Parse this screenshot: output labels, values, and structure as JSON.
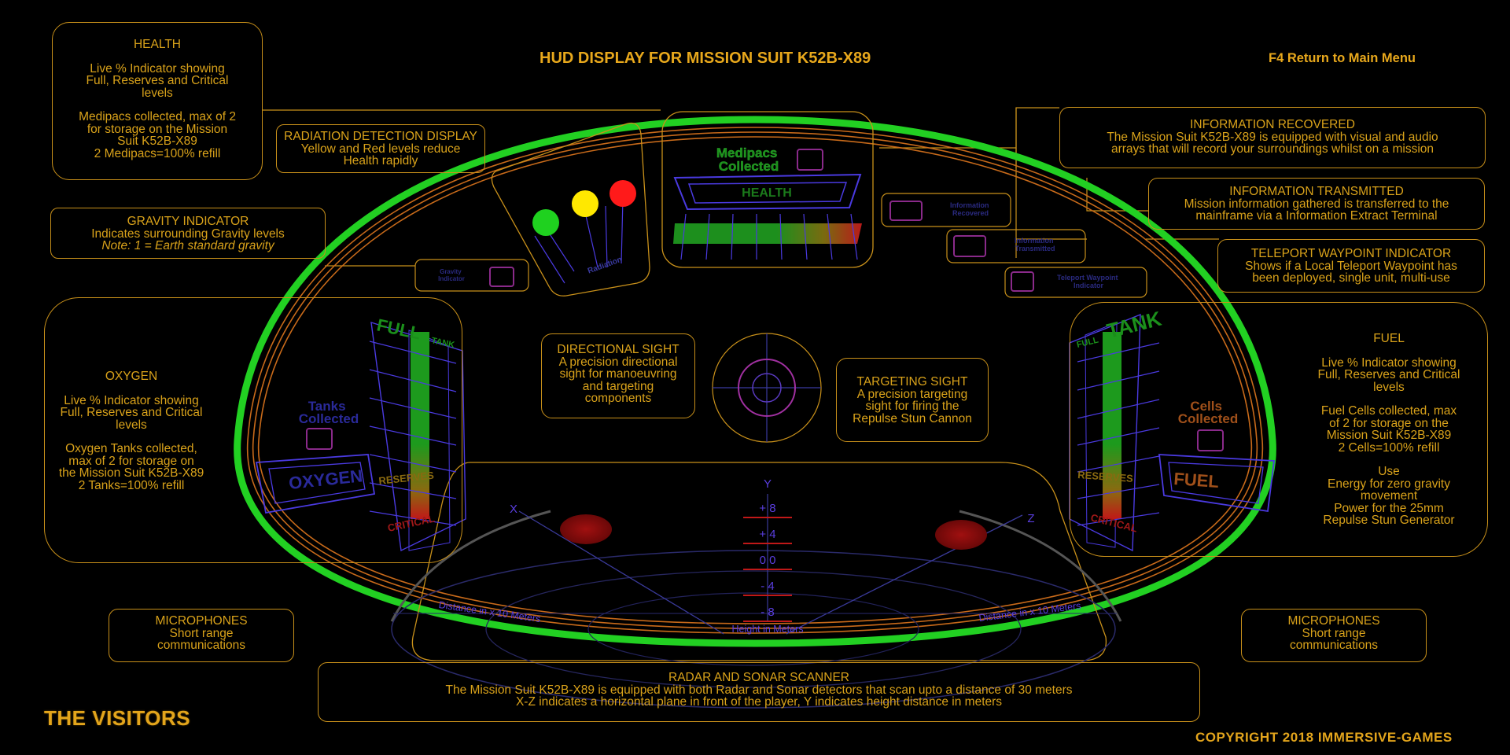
{
  "header": {
    "title": "HUD DISPLAY FOR MISSION SUIT K52B-X89",
    "return_label": "F4 Return to Main Menu"
  },
  "boxes": {
    "health": {
      "title": "HEALTH",
      "lines1": [
        "Live % Indicator showing",
        "Full, Reserves and Critical",
        "levels"
      ],
      "lines2": [
        "Medipacs collected, max of 2",
        "for storage on the Mission",
        "Suit K52B-X89",
        "2 Medipacs=100% refill"
      ]
    },
    "radiation": {
      "title": "RADIATION DETECTION DISPLAY",
      "lines": [
        "Yellow and Red levels reduce",
        "Health rapidly"
      ]
    },
    "gravity": {
      "title": "GRAVITY INDICATOR",
      "line": "Indicates surrounding Gravity levels",
      "note": "Note: 1 = Earth standard gravity"
    },
    "oxygen": {
      "title": "OXYGEN",
      "lines1": [
        "Live % Indicator showing",
        "Full, Reserves and Critical",
        "levels"
      ],
      "lines2": [
        "Oxygen Tanks collected,",
        "max of 2 for storage on",
        "the Mission Suit K52B-X89",
        "2 Tanks=100% refill"
      ]
    },
    "directional": {
      "title": "DIRECTIONAL SIGHT",
      "lines": [
        "A precision directional",
        "sight for manoeuvring",
        "and targeting",
        "components"
      ]
    },
    "targeting": {
      "title": "TARGETING SIGHT",
      "lines": [
        "A precision targeting",
        "sight for firing the",
        "Repulse Stun Cannon"
      ]
    },
    "info_recovered": {
      "title": "INFORMATION RECOVERED",
      "lines": [
        "The Mission Suit K52B-X89 is equipped with visual and audio",
        "arrays that will record your surroundings whilst on a mission"
      ]
    },
    "info_transmitted": {
      "title": "INFORMATION TRANSMITTED",
      "lines": [
        "Mission information gathered is transferred to the",
        "mainframe via a Information Extract Terminal"
      ]
    },
    "teleport": {
      "title": "TELEPORT WAYPOINT INDICATOR",
      "lines": [
        "Shows if a Local Teleport Waypoint has",
        "been deployed, single unit, multi-use"
      ]
    },
    "fuel": {
      "title": "FUEL",
      "lines1": [
        "Live % Indicator showing",
        "Full, Reserves and Critical",
        "levels"
      ],
      "lines2": [
        "Fuel Cells collected, max",
        "of 2 for storage on the",
        "Mission Suit K52B-X89",
        "2 Cells=100% refill"
      ],
      "lines3": [
        "Use",
        "Energy for zero gravity",
        "movement",
        "Power for the 25mm",
        "Repulse Stun Generator"
      ]
    },
    "mic_left": {
      "title": "MICROPHONES",
      "lines": [
        "Short range",
        "communications"
      ]
    },
    "mic_right": {
      "title": "MICROPHONES",
      "lines": [
        "Short range",
        "communications"
      ]
    },
    "radar": {
      "title": "RADAR AND SONAR SCANNER",
      "lines": [
        "The Mission Suit K52B-X89 is equipped with both Radar and Sonar detectors that scan upto a distance of 30 meters",
        "X-Z indicates a horizontal plane in front of the player, Y indicates height distance in meters"
      ]
    }
  },
  "hud": {
    "medipacs_label": [
      "Medipacs",
      "Collected"
    ],
    "health_label": "HEALTH",
    "radiation_label": "Radiation",
    "gravity_label": [
      "Gravity",
      "Indicator"
    ],
    "info_recovered_label": [
      "Information",
      "Recovered"
    ],
    "info_transmitted_label": [
      "Information",
      "Transmitted"
    ],
    "teleport_label": [
      "Teleport Waypoint",
      "Indicator"
    ],
    "oxygen": {
      "full": "FULL",
      "tank": "TANK",
      "tanks_collected": [
        "Tanks",
        "Collected"
      ],
      "label": "OXYGEN",
      "reserves": "RESERVES",
      "critical": "CRITICAL"
    },
    "fuel": {
      "full": "FULL",
      "tank": "TANK",
      "cells_collected": [
        "Cells",
        "Collected"
      ],
      "label": "FUEL",
      "reserves": "RESERVES",
      "critical": "CRITICAL"
    },
    "radar": {
      "y_axis": "Y",
      "x_axis": "X",
      "z_axis": "Z",
      "height_ticks": [
        "+ 8",
        "+ 4",
        "0 0",
        "- 4",
        "- 8"
      ],
      "height_label": "Height in Meters",
      "distance_left": "Distance in x 10 Meters",
      "distance_right": "Distance in x 10 Meters"
    },
    "radiation_lights": [
      "#1fd11f",
      "#ffe800",
      "#ff1a1a"
    ],
    "colors": {
      "ring": "#22cc22",
      "accent": "#d9a21a",
      "wire": "#5a3ee0"
    }
  },
  "footer": {
    "logo": "THE VISITORS",
    "copyright": "COPYRIGHT 2018 IMMERSIVE-GAMES"
  }
}
